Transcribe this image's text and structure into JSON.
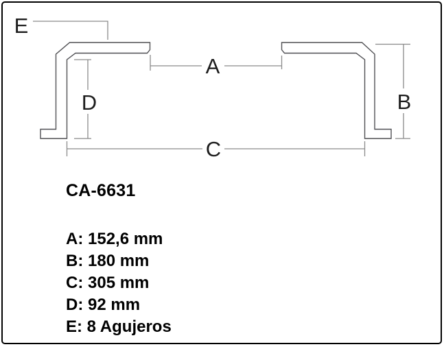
{
  "window": {
    "background": "#ffffff",
    "border_color": "#000000"
  },
  "diagram": {
    "description": "profile drawing of crossmember bracket with dimension callouts",
    "line_color": "#505054",
    "dim_color": "#8a8a8a",
    "label_color": "#1c1c1c",
    "dim_labels": {
      "A": "A",
      "B": "B",
      "C": "C",
      "D": "D",
      "E": "E"
    }
  },
  "spec_panel": {
    "model": "CA-6631",
    "items": [
      "A: 152,6 mm",
      "B: 180 mm",
      "C: 305 mm",
      "D: 92 mm",
      "E: 8 Agujeros"
    ]
  }
}
